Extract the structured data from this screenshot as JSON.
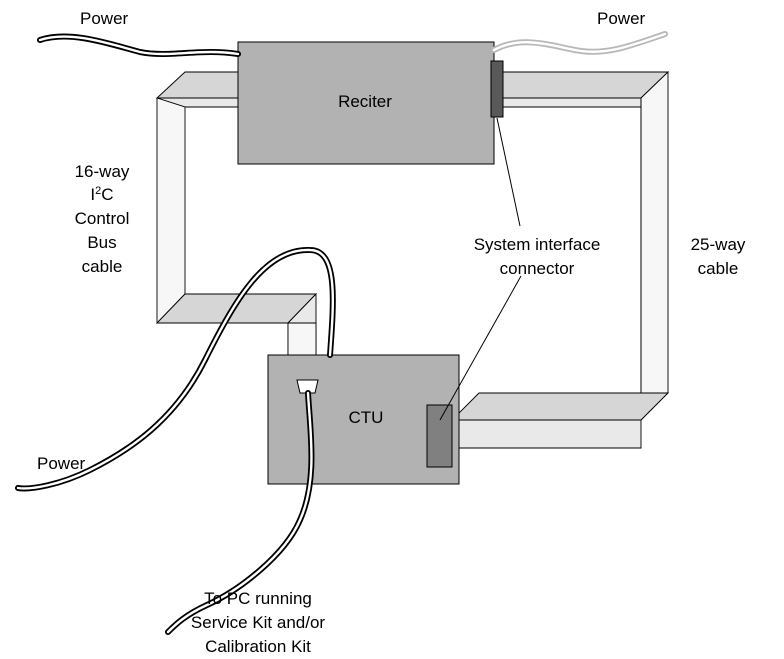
{
  "colors": {
    "box_fill": "#b2b2b2",
    "cable_front": "#e9e9e9",
    "cable_top": "#d6d6d6",
    "cable_side": "#f7f7f7",
    "connector_dark": "#595959",
    "connector_mid": "#808080",
    "power_cable_gray": "#b8b8b8",
    "power_label_gray": "#a8a8a8",
    "outline": "#000000"
  },
  "labels": {
    "reciter": "Reciter",
    "ctu": "CTU",
    "power_top_left": "Power",
    "power_top_right": "Power",
    "power_left": "Power",
    "control_bus_cable": [
      "16-way",
      "I",
      "2",
      "C",
      "Control",
      "Bus",
      "cable"
    ],
    "system_interface_connector": [
      "System interface",
      "connector"
    ],
    "cable_25way": [
      "25-way",
      "cable"
    ],
    "pc_connection": [
      "To PC running",
      "Service Kit and/or",
      "Calibration Kit"
    ]
  }
}
